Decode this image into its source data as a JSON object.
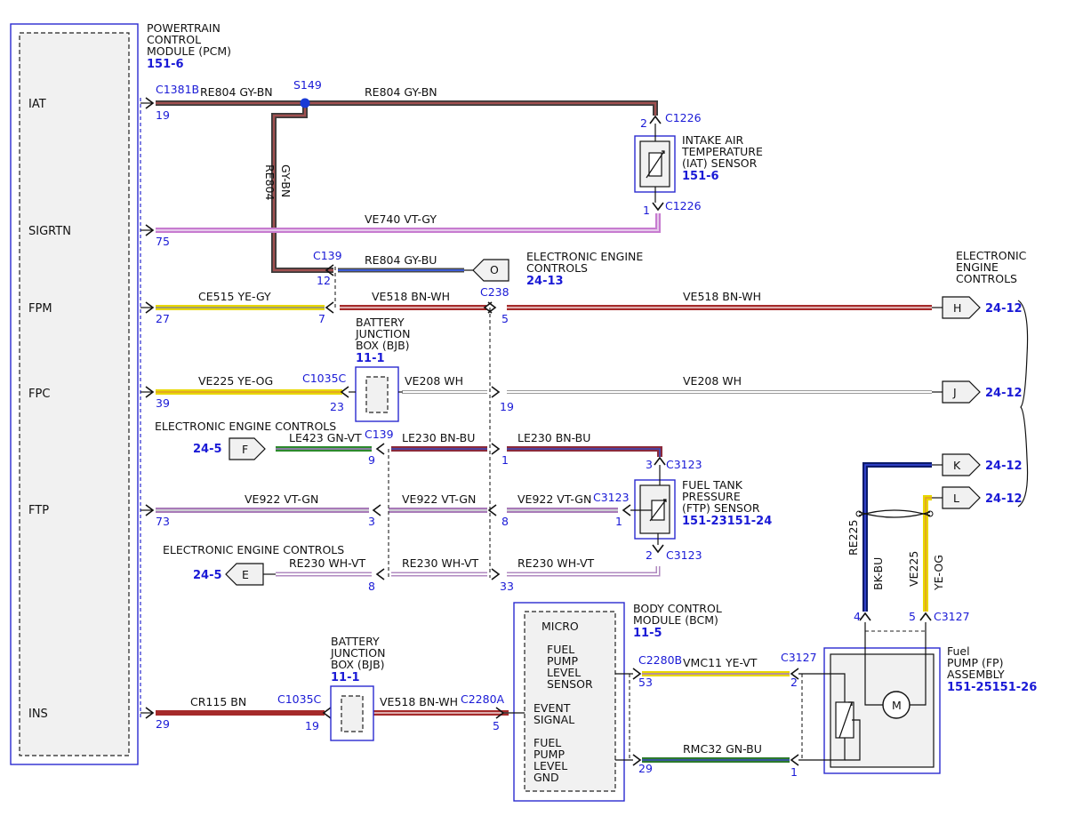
{
  "pcm": {
    "title_lines": [
      "POWERTRAIN",
      "CONTROL",
      "MODULE (PCM)"
    ],
    "ref": "151-6",
    "signals": [
      "IAT",
      "SIGRTN",
      "FPM",
      "FPC",
      "FTP",
      "INS"
    ]
  },
  "iat_sensor": {
    "lines": [
      "INTAKE AIR",
      "TEMPERATURE",
      "(IAT) SENSOR"
    ],
    "ref": "151-6"
  },
  "ftp_sensor": {
    "lines": [
      "FUEL TANK",
      "PRESSURE",
      "(FTP) SENSOR"
    ],
    "ref": "151-23151-24"
  },
  "bjb_top": {
    "lines": [
      "BATTERY",
      "JUNCTION",
      "BOX (BJB)"
    ],
    "ref": "11-1"
  },
  "bjb_bottom": {
    "lines": [
      "BATTERY",
      "JUNCTION",
      "BOX (BJB)"
    ],
    "ref": "11-1"
  },
  "bcm": {
    "lines": [
      "BODY CONTROL",
      "MODULE (BCM)"
    ],
    "ref": "11-5",
    "micro": "MICRO",
    "fuel_pump_level_sensor": [
      "FUEL",
      "PUMP",
      "LEVEL",
      "SENSOR"
    ],
    "event_signal": [
      "EVENT",
      "SIGNAL"
    ],
    "fuel_pump_level_gnd": [
      "FUEL",
      "PUMP",
      "LEVEL",
      "GND"
    ]
  },
  "fp_assembly": {
    "lines": [
      "Fuel",
      "PUMP (FP)",
      "ASSEMBLY"
    ],
    "ref": "151-25151-26",
    "motor": "M"
  },
  "eec_o": {
    "lines": [
      "ELECTRONIC ENGINE",
      "CONTROLS"
    ],
    "ref": "24-13",
    "flag": "O"
  },
  "eec_right": {
    "lines": [
      "ELECTRONIC",
      "ENGINE",
      "CONTROLS"
    ]
  },
  "eec_f": {
    "text": "ELECTRONIC ENGINE CONTROLS",
    "ref": "24-5",
    "flag": "F"
  },
  "eec_e": {
    "text": "ELECTRONIC ENGINE CONTROLS",
    "ref": "24-5",
    "flag": "E"
  },
  "flags_right": [
    {
      "flag": "H",
      "ref": "24-12"
    },
    {
      "flag": "J",
      "ref": "24-12"
    },
    {
      "flag": "K",
      "ref": "24-12"
    },
    {
      "flag": "L",
      "ref": "24-12"
    }
  ],
  "splice": "S149",
  "wire_labels": {
    "re804_a": "RE804  GY-BN",
    "re804_b": "RE804  GY-BN",
    "re804_v1": "RE804",
    "re804_v2": "GY-BN",
    "ve740": "VE740  VT-GY",
    "re804_bu": "RE804  GY-BU",
    "ce515": "CE515  YE-GY",
    "ve518_a": "VE518  BN-WH",
    "ve518_b": "VE518  BN-WH",
    "ve225_og": "VE225  YE-OG",
    "ve208_a": "VE208  WH",
    "ve208_b": "VE208  WH",
    "le423": "LE423  GN-VT",
    "le230_a": "LE230  BN-BU",
    "le230_b": "LE230  BN-BU",
    "ve922_a": "VE922  VT-GN",
    "ve922_b": "VE922  VT-GN",
    "ve922_c": "VE922  VT-GN",
    "re230_a": "RE230  WH-VT",
    "re230_b": "RE230  WH-VT",
    "re230_c": "RE230  WH-VT",
    "cr115": "CR115  BN",
    "ve518_c": "VE518  BN-WH",
    "vmc11": "VMC11  YE-VT",
    "rmc32": "RMC32  GN-BU",
    "re225_v1": "RE225",
    "re225_v2": "BK-BU",
    "ve225_v1": "VE225",
    "ve225_v2": "YE-OG"
  },
  "connectors": {
    "c1381b": "C1381B",
    "c1226_top": "C1226",
    "c1226_bot": "C1226",
    "c139_top": "C139",
    "c238": "C238",
    "c1035c_top": "C1035C",
    "c139_mid": "C139",
    "c3123_top": "C3123",
    "c3123_mid": "C3123",
    "c3123_bot": "C3123",
    "c1035c_bot": "C1035C",
    "c2280a": "C2280A",
    "c2280b": "C2280B",
    "c3127_top": "C3127",
    "c3127_side": "C3127"
  },
  "pins": {
    "p19_pcm": "19",
    "p75": "75",
    "p27": "27",
    "p39": "39",
    "p73": "73",
    "p29_pcm": "29",
    "p2_iat": "2",
    "p1_iat": "1",
    "p12": "12",
    "p7": "7",
    "p5_c238": "5",
    "p23": "23",
    "p19_c238": "19",
    "p9": "9",
    "p1_c238": "1",
    "p3_ftp": "3",
    "p1_ftp": "1",
    "p2_ftp": "2",
    "p3_c139": "3",
    "p8_c238": "8",
    "p8_c139": "8",
    "p33": "33",
    "p19_bjb": "19",
    "p5_bcm": "5",
    "p53": "53",
    "p29_bcm": "29",
    "p2_fp": "2",
    "p1_fp": "1",
    "p4": "4",
    "p5_fp": "5"
  }
}
